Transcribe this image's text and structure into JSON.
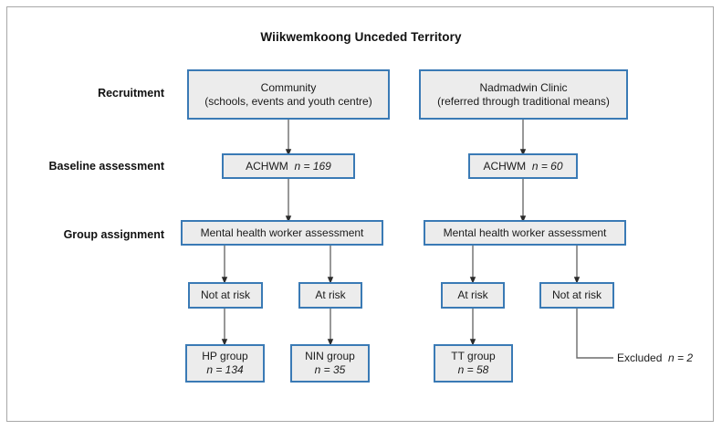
{
  "figure": {
    "title": "Wiikwemkoong Unceded Territory"
  },
  "stages": [
    {
      "label": "Recruitment"
    },
    {
      "label": "Baseline assessment"
    },
    {
      "label": "Group assignment"
    }
  ],
  "nodes": {
    "recruit_left_line1": "Community",
    "recruit_left_line2": "(schools, events and youth centre)",
    "recruit_right_line1": "Nadmadwin Clinic",
    "recruit_right_line2": "(referred through traditional means)",
    "baseline_left_label": "ACHWM",
    "baseline_left_n": "n = 169",
    "baseline_right_label": "ACHWM",
    "baseline_right_n": "n = 60",
    "assign_left": "Mental health worker assessment",
    "assign_right": "Mental health worker assessment",
    "risk_l1": "Not at risk",
    "risk_l2": "At risk",
    "risk_r1": "At risk",
    "risk_r2": "Not at risk",
    "group_hp_line1": "HP group",
    "group_hp_line2": "n = 134",
    "group_nin_line1": "NIN group",
    "group_nin_line2": "n = 35",
    "group_tt_line1": "TT group",
    "group_tt_line2": "n = 58",
    "excluded_label": "Excluded",
    "excluded_n": "n = 2"
  },
  "colors": {
    "node_border": "#3a7ab5",
    "node_fill": "#ececec",
    "connector": "#6b6b6b",
    "frame_border": "#a8a8a8",
    "text": "#1a1a1a"
  }
}
